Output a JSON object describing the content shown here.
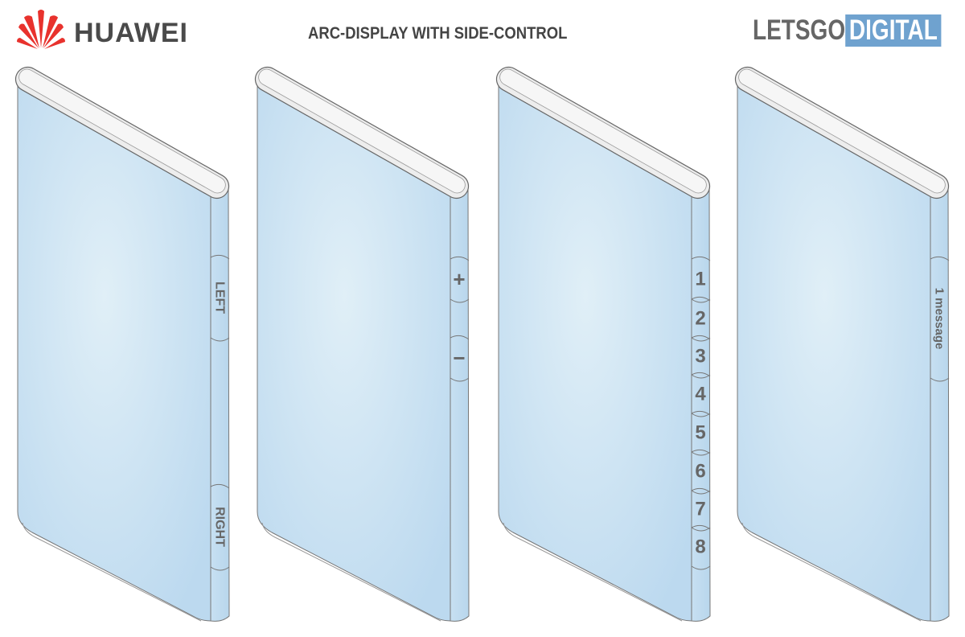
{
  "header": {
    "brand_left": "HUAWEI",
    "title": "ARC-DISPLAY WITH SIDE-CONTROL",
    "brand_right_part1": "LETSGO",
    "brand_right_part2": "DIGITAL"
  },
  "phones": [
    {
      "labels": [
        "LEFT",
        "RIGHT"
      ]
    },
    {
      "labels": [
        "+",
        "−"
      ]
    },
    {
      "labels": [
        "1",
        "2",
        "3",
        "4",
        "5",
        "6",
        "7",
        "8"
      ]
    },
    {
      "labels": [
        "1 message"
      ]
    }
  ],
  "colors": {
    "screen": "#cfe4f3",
    "cap": "#ececec",
    "logo_red": "#e8322d",
    "logo_blue": "#6fa2cf"
  }
}
